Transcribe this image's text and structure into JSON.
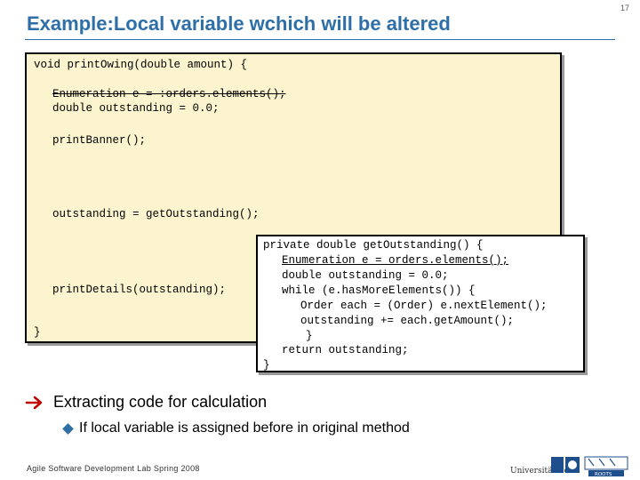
{
  "slide_number": "17",
  "title": "Example:Local variable wchich will be altered",
  "code_main": {
    "line1": "void printOwing(double amount) {",
    "line2": "Enumeration e = :orders.elements();",
    "line3": "double outstanding = 0.0;",
    "line4": "printBanner();",
    "line5": "outstanding = getOutstanding();",
    "line6": "printDetails(outstanding);",
    "line7": "}"
  },
  "code_popup": {
    "line1": "private double getOutstanding() {",
    "line2": "Enumeration e = orders.elements();",
    "line3": "double outstanding = 0.0;",
    "line4": "while (e.hasMoreElements()) {",
    "line5": "Order each = (Order) e.nextElement();",
    "line6": "outstanding += each.getAmount();",
    "line7": "}",
    "line8": "return outstanding;",
    "line9": "}"
  },
  "bullets": {
    "main": "Extracting code for calculation",
    "sub": "If local variable  is assigned before in original method"
  },
  "footer": "Agile Software Development Lab Spring 2008",
  "logo_text": "Universität Bonn",
  "logo_badge": "ROOTS",
  "icons": {
    "bullet_arrow": "arrow-right-icon",
    "sub_bullet": "diamond-icon"
  },
  "colors": {
    "title": "#2e6fa8",
    "code_box_bg": "#fbf4ce",
    "arrow": "#c00000"
  }
}
